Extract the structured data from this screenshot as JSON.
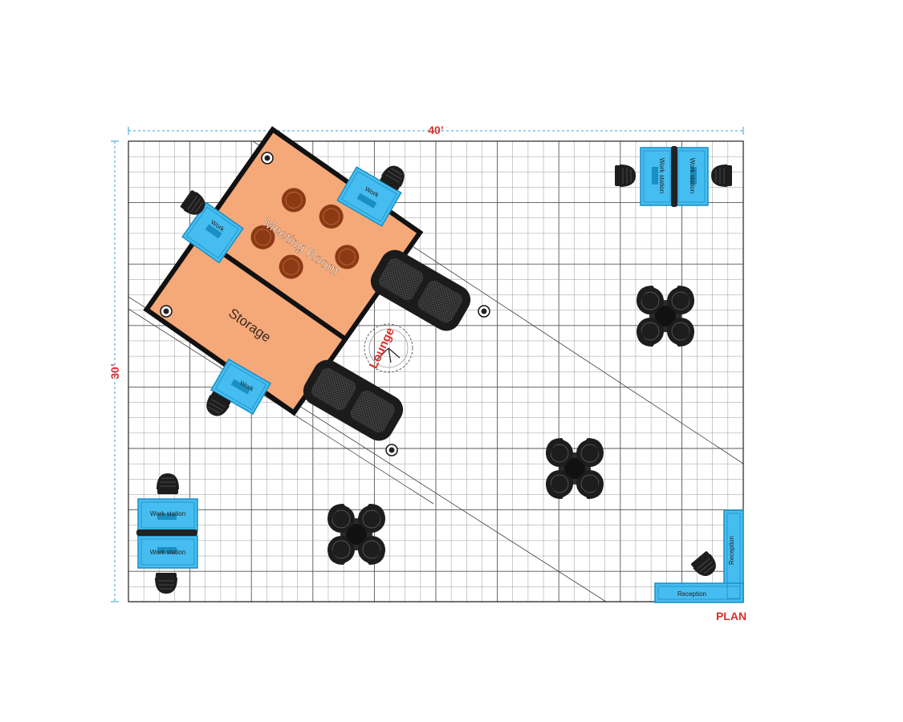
{
  "dimensions": {
    "width_label": "40’",
    "height_label": "30’"
  },
  "plan_label": "PLAN",
  "rooms": {
    "meeting": "Meeting Room",
    "storage": "Storage",
    "lounge": "Lounge"
  },
  "workstations": {
    "top_left": "Work",
    "top_center": "Work",
    "mid_left": "Work",
    "top_right_a": "Work station",
    "top_right_b": "Work station",
    "bottom_left_a": "Work station",
    "bottom_left_b": "Work station"
  },
  "reception": {
    "horizontal": "Reception",
    "vertical": "Reception"
  },
  "colors": {
    "accent_red": "#d9302e",
    "room_orange": "#f5a878",
    "chair_brown": "#8b3a14",
    "furniture_blue": "#46bdf0",
    "furniture_blue_dark": "#1a8fc4",
    "grid_line": "#8a8a8a",
    "furniture_black": "#1d1d1d"
  }
}
